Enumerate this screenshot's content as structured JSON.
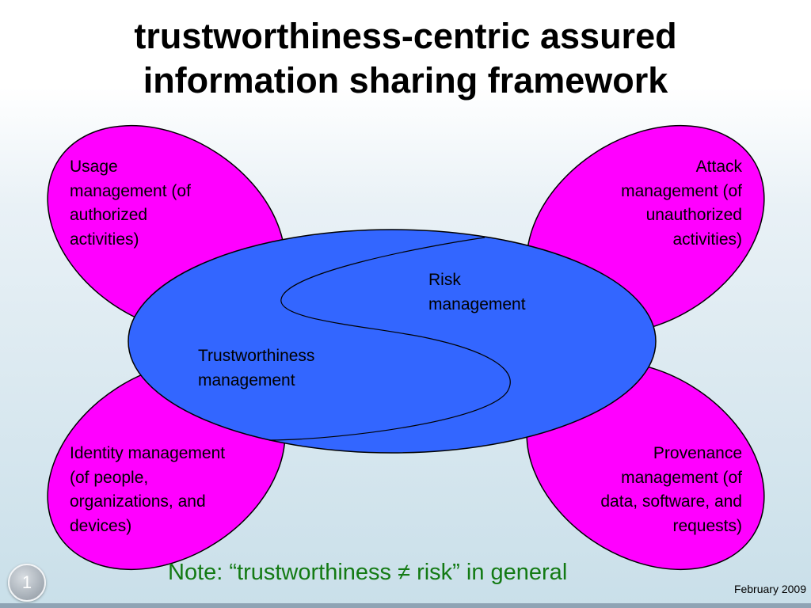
{
  "title": {
    "line1": "trustworthiness-centric assured",
    "line2": "information sharing framework"
  },
  "petals": {
    "usage": {
      "lines": [
        "Usage",
        "management (of",
        "authorized",
        "activities)"
      ]
    },
    "attack": {
      "lines": [
        "Attack",
        "management (of",
        "unauthorized",
        "activities)"
      ]
    },
    "identity": {
      "lines": [
        "Identity management",
        "(of people,",
        "organizations, and",
        "devices)"
      ]
    },
    "provenance": {
      "lines": [
        "Provenance",
        "management (of",
        "data, software, and",
        "requests)"
      ]
    }
  },
  "center": {
    "risk": [
      "Risk",
      "management"
    ],
    "trust": [
      "Trustworthiness",
      "management"
    ]
  },
  "note": "Note: “trustworthiness ≠ risk” in general",
  "slide_number": "1",
  "date": "February 2009",
  "colors": {
    "petal_fill": "#ff00ff",
    "center_fill": "#3366ff",
    "note_text": "#137a13"
  }
}
